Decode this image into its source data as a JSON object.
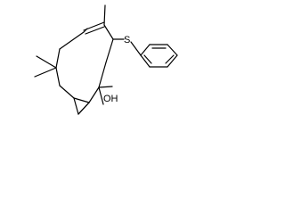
{
  "molecule": {
    "atoms": [
      {
        "symbol": "S",
        "label": "S"
      },
      {
        "symbol": "O",
        "label": "OH"
      }
    ]
  },
  "colors": {
    "background": "#ffffff",
    "bond": "#000000",
    "label": "#000000"
  }
}
